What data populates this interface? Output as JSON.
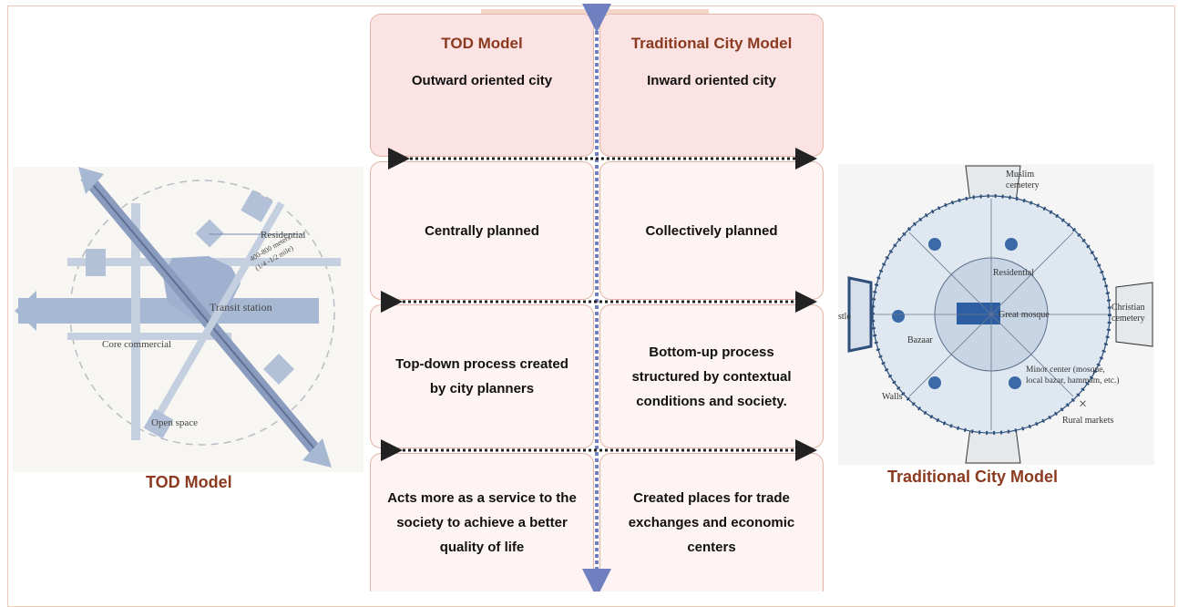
{
  "columns": {
    "left_title": "TOD Model",
    "right_title": "Traditional City Model"
  },
  "rows": [
    {
      "left": "Outward oriented city",
      "right": "Inward oriented city"
    },
    {
      "left": "Centrally planned",
      "right": "Collectively planned"
    },
    {
      "left": "Top-down process created by city planners",
      "right": "Bottom-up process structured by contextual conditions and society."
    },
    {
      "left": "Acts more as a service to the society to achieve a better quality of life",
      "right": "Created places for trade exchanges and economic centers"
    }
  ],
  "left_figure": {
    "caption": "TOD Model",
    "labels": {
      "residential": "Residential",
      "distance": "400-800 meters",
      "distance_sub": "(1/4 -1/2 mile)",
      "transit": "Transit station",
      "core": "Core commercial",
      "open": "Open space"
    }
  },
  "right_figure": {
    "caption": "Traditional City Model",
    "labels": {
      "muslim_1": "Muslim",
      "muslim_2": "cemetery",
      "christian_1": "Christian",
      "christian_2": "cemetery",
      "residential": "Residential",
      "great_mosque": "Great mosque",
      "castle": "stle",
      "bazaar": "Bazaar",
      "minor_1": "Minor center (mosque,",
      "minor_2": "local bazar, hammam, etc.)",
      "walls": "Walls",
      "rural": "Rural markets"
    }
  },
  "colors": {
    "accent": "#8b3a1f",
    "cell_fill": "#fdf4f3",
    "head_fill": "#fbe3e3",
    "arrow_vertical": "#6f7fc0",
    "arrow_horizontal": "#222222"
  }
}
